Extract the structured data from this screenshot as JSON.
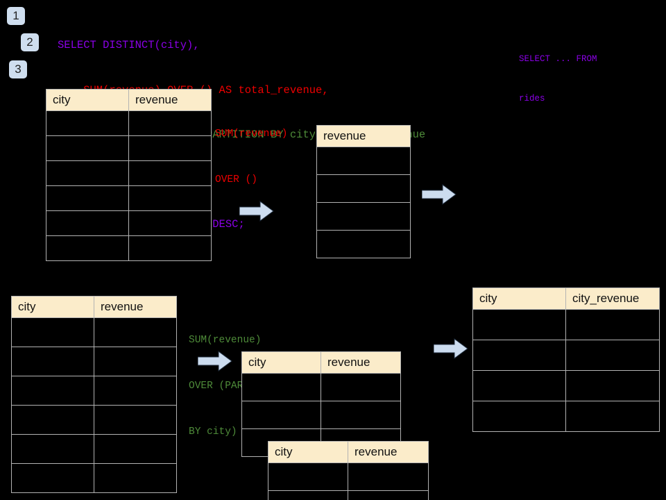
{
  "steps": [
    {
      "label": "1"
    },
    {
      "label": "2"
    },
    {
      "label": "3"
    }
  ],
  "sql": {
    "line1": "SELECT DISTINCT(city),",
    "line2": "    SUM(revenue) OVER () AS total_revenue,",
    "line3": "    SUM(revenue) OVER (PARTITION BY city) as city_revenue",
    "line4": "  FROM rides",
    "line5": "  ORDER by city_revenue DESC;",
    "colors": {
      "keyword": "#8a00e6",
      "total_revenue": "#ee0000",
      "city_revenue": "#4e8b39"
    }
  },
  "side_note": {
    "line1": "SELECT ... FROM",
    "line2": "rides"
  },
  "annotations": {
    "total_revenue": {
      "line1": "SUM(revenue)",
      "line2": "OVER ()"
    },
    "city_revenue": {
      "line1": "SUM(revenue)",
      "line2": "OVER (PARTITION",
      "line3": "BY city)"
    }
  },
  "tables": {
    "source_top": {
      "headers": [
        "city",
        "revenue"
      ],
      "row_count": 6
    },
    "total_revenue": {
      "headers": [
        "revenue"
      ],
      "row_count": 4
    },
    "source_bottom": {
      "headers": [
        "city",
        "revenue"
      ],
      "row_count": 6
    },
    "partition_a": {
      "headers": [
        "city",
        "revenue"
      ],
      "row_count": 3
    },
    "partition_b": {
      "headers": [
        "city",
        "revenue"
      ],
      "row_count": 2
    },
    "result": {
      "headers": [
        "city",
        "city_revenue"
      ],
      "row_count": 4
    }
  },
  "arrows": {
    "a1": "arrow-right-icon",
    "a2": "arrow-right-icon",
    "a3": "arrow-right-icon",
    "a4": "arrow-right-icon"
  },
  "theme": {
    "background": "#000000",
    "header_fill": "#fbecca",
    "grid_line": "#b3b3b3",
    "arrow_fill": "#ccdcef",
    "badge_fill": "#cfdeef"
  }
}
